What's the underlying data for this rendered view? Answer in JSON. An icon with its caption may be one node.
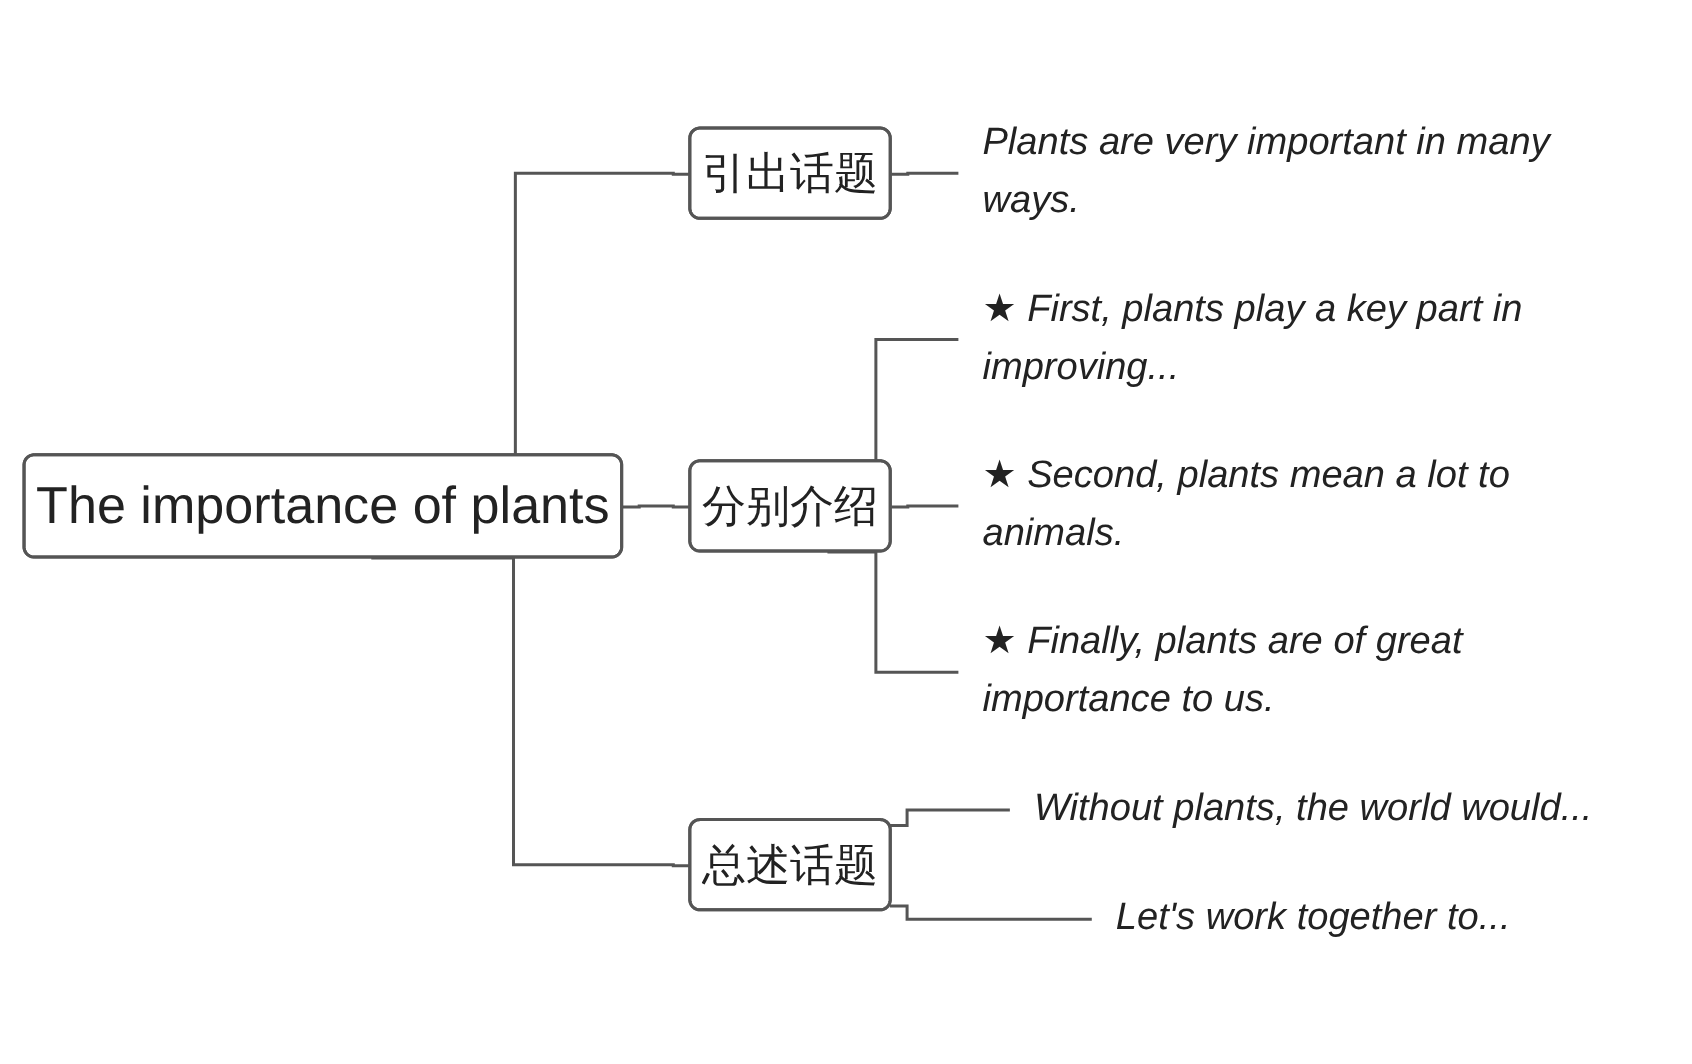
{
  "diagram": {
    "nodes": [
      {
        "text": [
          "The importance of plants"
        ]
      },
      {
        "text": [
          "引出话题"
        ]
      },
      {
        "text": [
          "Plants are very important in many ways."
        ]
      },
      {
        "text": [
          "分别介绍"
        ]
      },
      {
        "text": [
          "★ First, plants play a key part in improving..."
        ]
      },
      {
        "text": [
          "★ Second, plants mean a lot to animals."
        ]
      },
      {
        "text": [
          "★ Finally, plants are of great importance to us."
        ]
      },
      {
        "text": [
          "总述话题"
        ]
      },
      {
        "text": [
          "Without plants, the world would..."
        ]
      },
      {
        "text": [
          "Let's work together to..."
        ]
      }
    ],
    "edges": [
      {
        "from": 0,
        "to": 1,
        "arrow": "none"
      },
      {
        "from": 0,
        "to": 3,
        "arrow": "none"
      },
      {
        "from": 0,
        "to": 7,
        "arrow": "none"
      },
      {
        "from": 1,
        "to": 2,
        "arrow": "none"
      },
      {
        "from": 3,
        "to": 4,
        "arrow": "none"
      },
      {
        "from": 3,
        "to": 5,
        "arrow": "none"
      },
      {
        "from": 3,
        "to": 6,
        "arrow": "none"
      },
      {
        "from": 7,
        "to": 8,
        "arrow": "none"
      },
      {
        "from": 7,
        "to": 9,
        "arrow": "none"
      }
    ]
  }
}
